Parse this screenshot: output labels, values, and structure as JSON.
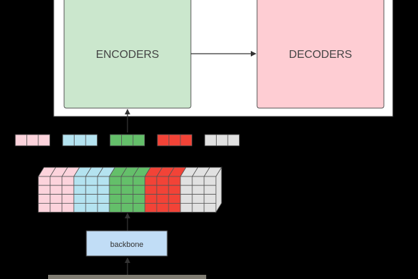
{
  "diagram": {
    "encoder_label": "ENCODERS",
    "decoder_label": "DECODERS",
    "backbone_label": "backbone",
    "colors": {
      "background": "#000000",
      "container_fill": "#ffffff",
      "encoder_fill": "#cbe7cd",
      "decoder_fill": "#fecdd3",
      "backbone_fill": "#c1ddf6",
      "arrow": "#333333",
      "image_strip": "#7f7c72"
    },
    "token_groups": [
      {
        "name": "pink",
        "color": "#fcd3dc"
      },
      {
        "name": "cyan",
        "color": "#b4e3f0"
      },
      {
        "name": "green",
        "color": "#64bf6a"
      },
      {
        "name": "red",
        "color": "#f24337"
      },
      {
        "name": "gray",
        "color": "#e1e1e1"
      }
    ]
  }
}
